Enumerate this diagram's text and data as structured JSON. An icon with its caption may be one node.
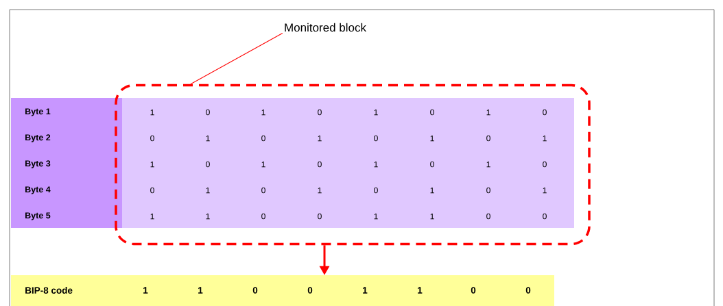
{
  "diagram": {
    "nodes": [
      {
        "text": [
          "Monitored block"
        ]
      },
      {
        "text": [],
        "shape": "box"
      },
      {
        "text": [
          "BIP-8 code",
          "1",
          "1",
          "0",
          "0",
          "1",
          "1",
          "0",
          "0"
        ]
      }
    ],
    "edges": [
      {
        "from": 0,
        "to": 1,
        "arrow": "none"
      },
      {
        "from": 1,
        "to": 2,
        "arrow": "to",
        "style": "thick"
      }
    ],
    "labels": [
      "Byte 1",
      "1",
      "0",
      "1",
      "0",
      "1",
      "0",
      "1",
      "0",
      "Byte 2",
      "0",
      "1",
      "0",
      "1",
      "0",
      "1",
      "0",
      "1",
      "Byte 3",
      "1",
      "0",
      "1",
      "0",
      "1",
      "0",
      "1",
      "0",
      "Byte 4",
      "0",
      "1",
      "0",
      "1",
      "0",
      "1",
      "0",
      "1",
      "Byte 5",
      "1",
      "1",
      "0",
      "0",
      "1",
      "1",
      "0",
      "0"
    ]
  }
}
